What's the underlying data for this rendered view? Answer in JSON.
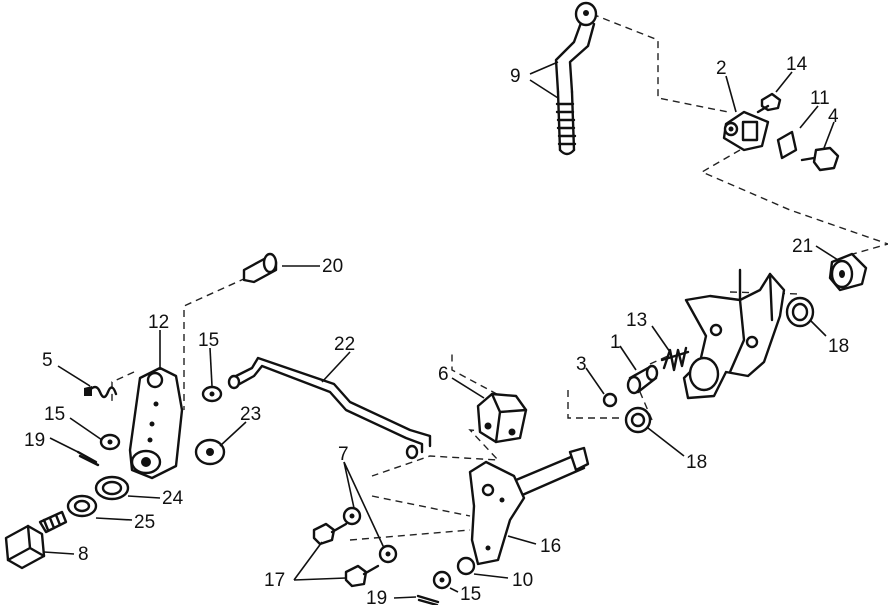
{
  "diagram": {
    "part_numbers": {
      "p1": "1",
      "p2": "2",
      "p3": "3",
      "p4": "4",
      "p5": "5",
      "p6": "6",
      "p7": "7",
      "p8": "8",
      "p9": "9",
      "p10": "10",
      "p11": "11",
      "p12": "12",
      "p13": "13",
      "p14": "14",
      "p15a": "15",
      "p15b": "15",
      "p15c": "15",
      "p16": "16",
      "p17": "17",
      "p18a": "18",
      "p18b": "18",
      "p19a": "19",
      "p19b": "19",
      "p20": "20",
      "p21": "21",
      "p22": "22",
      "p23": "23",
      "p24": "24",
      "p25": "25"
    }
  }
}
